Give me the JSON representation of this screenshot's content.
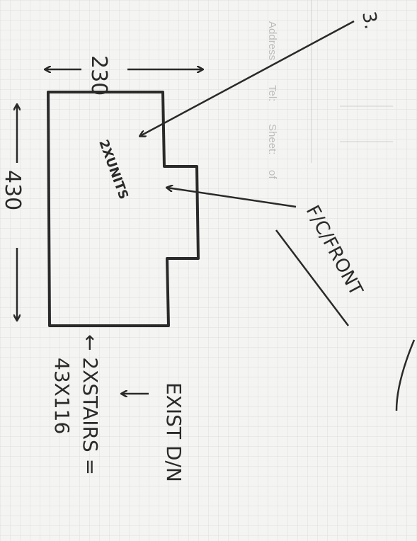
{
  "form": {
    "address_label": "Address",
    "tel_label": "Tel:",
    "sheet_label": "Sheet:",
    "of_label": "of"
  },
  "sketch": {
    "width_dimension": "230",
    "length_dimension": "430",
    "unit_label": "2XUNITS",
    "connection_label": "F/C/FRONT",
    "staircase_label": "← 2XSTAIRS =",
    "staircase_size": "43X116",
    "existing_label": "EXIST D/N",
    "corner_mark": "3."
  },
  "colors": {
    "paper": "#f4f4f2",
    "grid": "#dcdcdc",
    "ink": "#2a2a2a"
  }
}
